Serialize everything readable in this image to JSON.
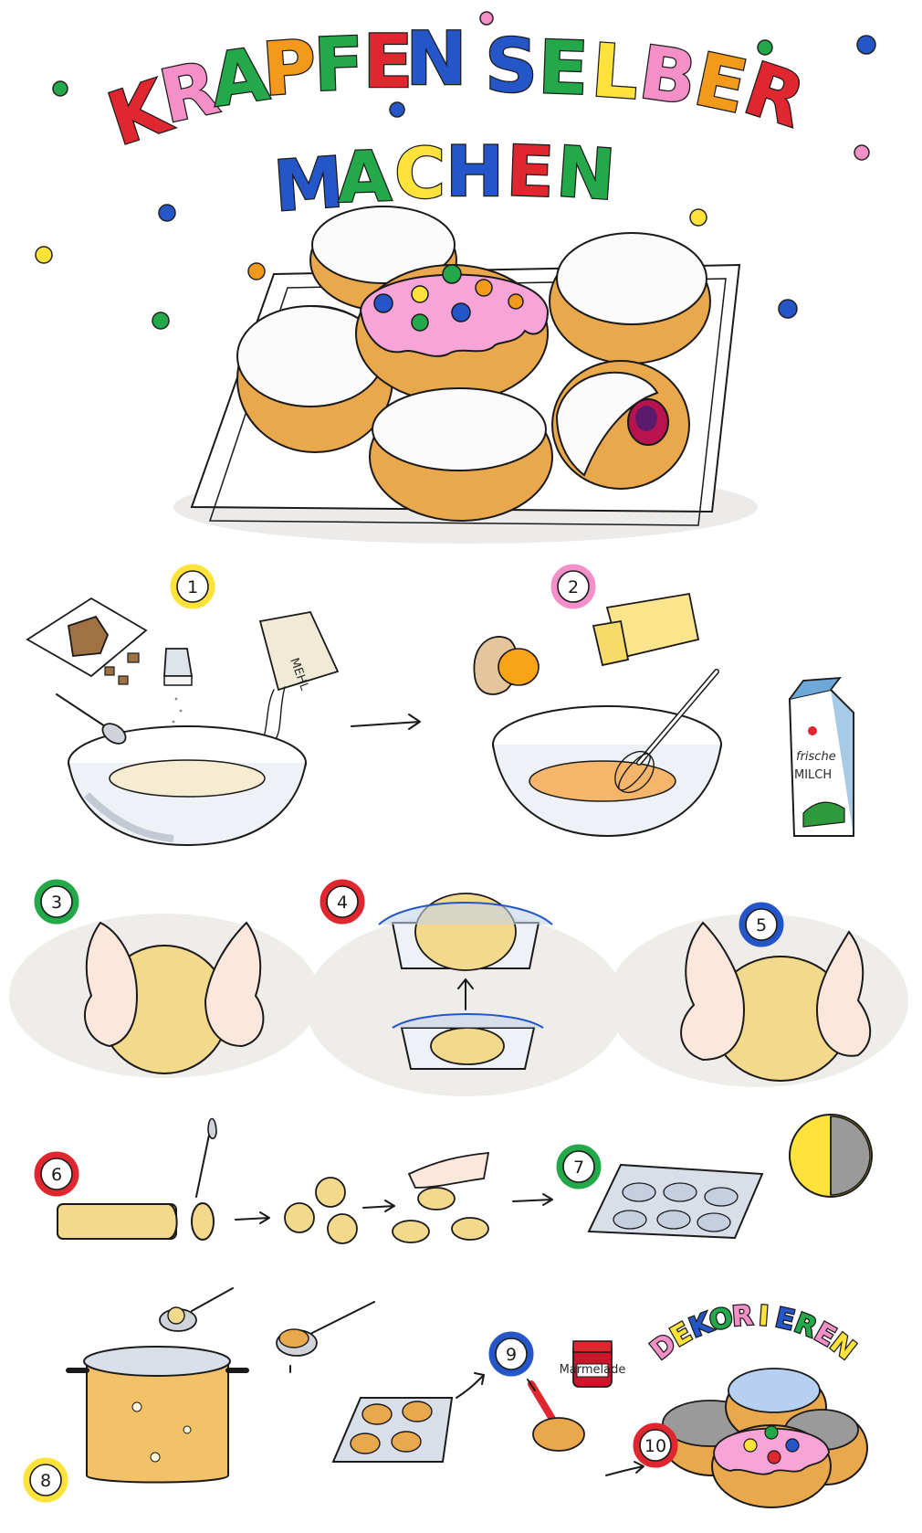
{
  "title": {
    "line1a": "KRAPFEN",
    "line1b": "SELBER",
    "line2": "MACHEN"
  },
  "labels": {
    "flour_bag": "MEHL",
    "milk_brand": "frische",
    "milk_name": "MILCH",
    "jam_label": "Marmelade",
    "decorate": "DEKORIEREN"
  },
  "steps": [
    "1",
    "2",
    "3",
    "4",
    "5",
    "6",
    "7",
    "8",
    "9",
    "10"
  ],
  "colors": {
    "red": "#e0262f",
    "pink": "#f58fc8",
    "green": "#23a84a",
    "yellow": "#ffe23a",
    "blue": "#2456c8",
    "orange": "#f39a1d",
    "dough": "#f3d98c",
    "pastry": "#e9a84c",
    "icing_pink": "#f7a4d8"
  },
  "title_colors": {
    "line1a": [
      "red",
      "pink",
      "green",
      "orange",
      "green",
      "red",
      "blue"
    ],
    "line1b": [
      "blue",
      "green",
      "yellow",
      "pink",
      "orange",
      "red"
    ],
    "line2": [
      "blue",
      "green",
      "yellow",
      "blue",
      "red",
      "green"
    ]
  },
  "step_colors": [
    "yellow",
    "pink",
    "green",
    "red",
    "blue",
    "red",
    "green",
    "yellow",
    "blue",
    "red"
  ],
  "icons": {
    "yeast": "yeast-cube-icon",
    "salt": "salt-shaker-icon",
    "flour": "flour-bag-icon",
    "egg": "egg-icon",
    "butter": "butter-icon",
    "milk": "milk-carton-icon",
    "bowl": "mixing-bowl-icon",
    "whisk": "whisk-icon",
    "timer": "timer-icon",
    "pot": "cooking-pot-icon",
    "syringe": "syringe-icon",
    "jam": "jam-jar-icon"
  }
}
